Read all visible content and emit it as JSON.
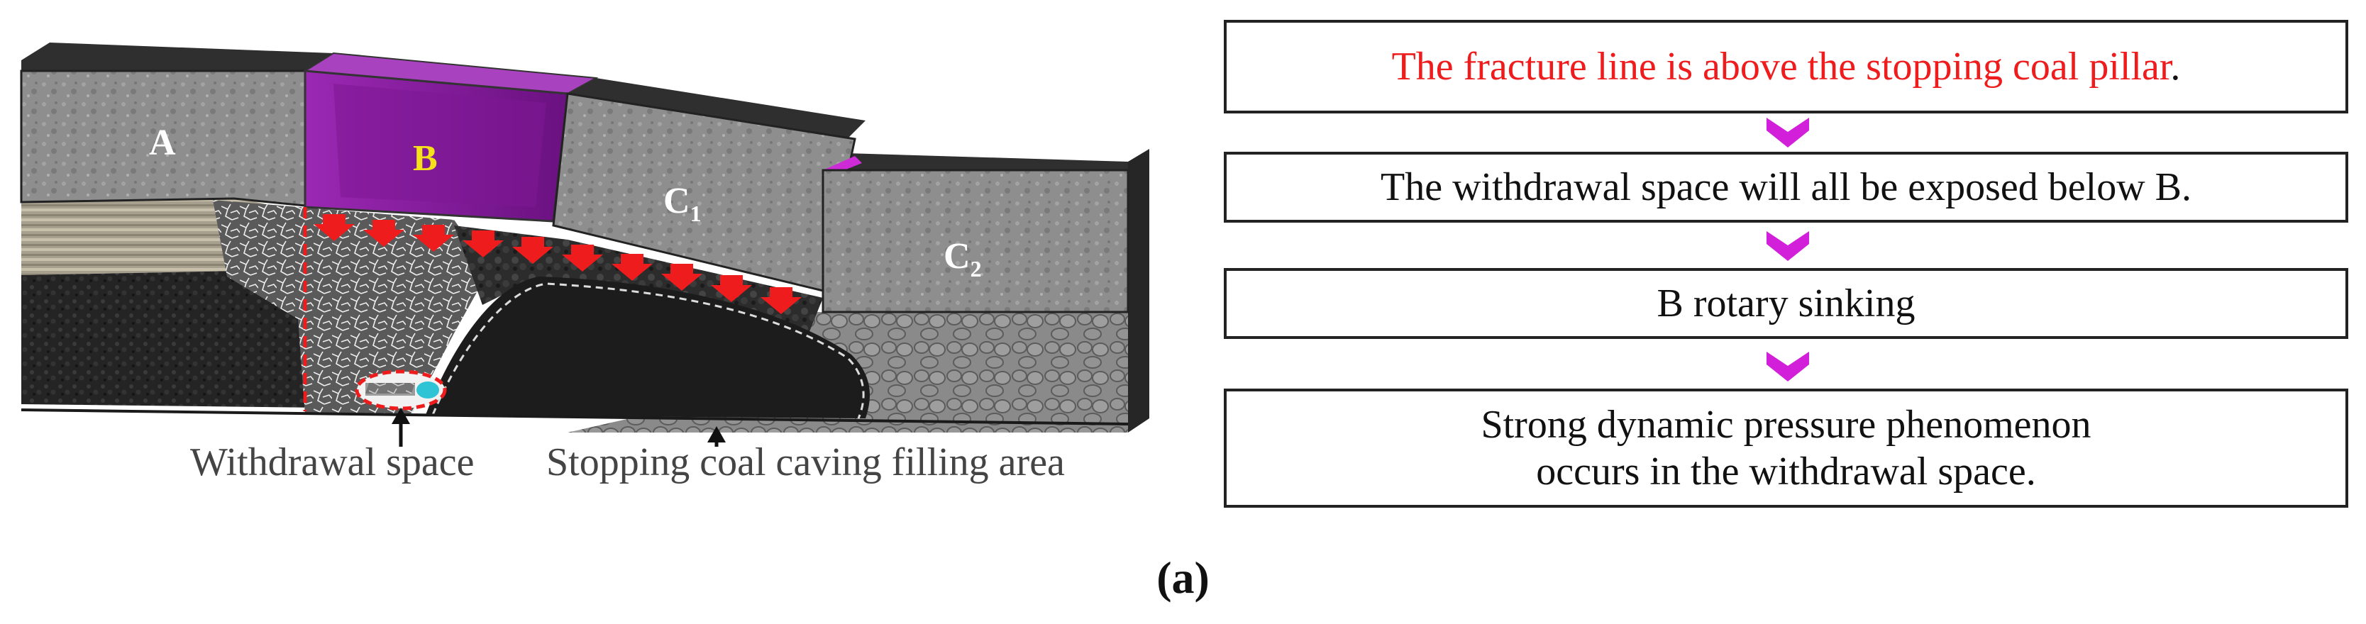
{
  "diagram": {
    "block_labels": {
      "a": "A",
      "b": "B",
      "c1_main": "C",
      "c1_sub": "1",
      "c2_main": "C",
      "c2_sub": "2"
    },
    "annotations": {
      "withdrawal_space": "Withdrawal space",
      "filling_area": "Stopping coal caving filling area"
    },
    "colors": {
      "block_b": "#8b1aa3",
      "label_b": "#f5e11a",
      "pressure_arrows": "#ee1c1c",
      "chevron": "#d21fd9"
    }
  },
  "flow": {
    "step1_red": "The fracture line is above the stopping coal pillar",
    "step1_end": ".",
    "step2": "The withdrawal space will all be exposed below B.",
    "step3": "B rotary sinking",
    "step4_line1": "Strong dynamic pressure phenomenon",
    "step4_line2": "occurs in the withdrawal space."
  },
  "caption": "(a)"
}
